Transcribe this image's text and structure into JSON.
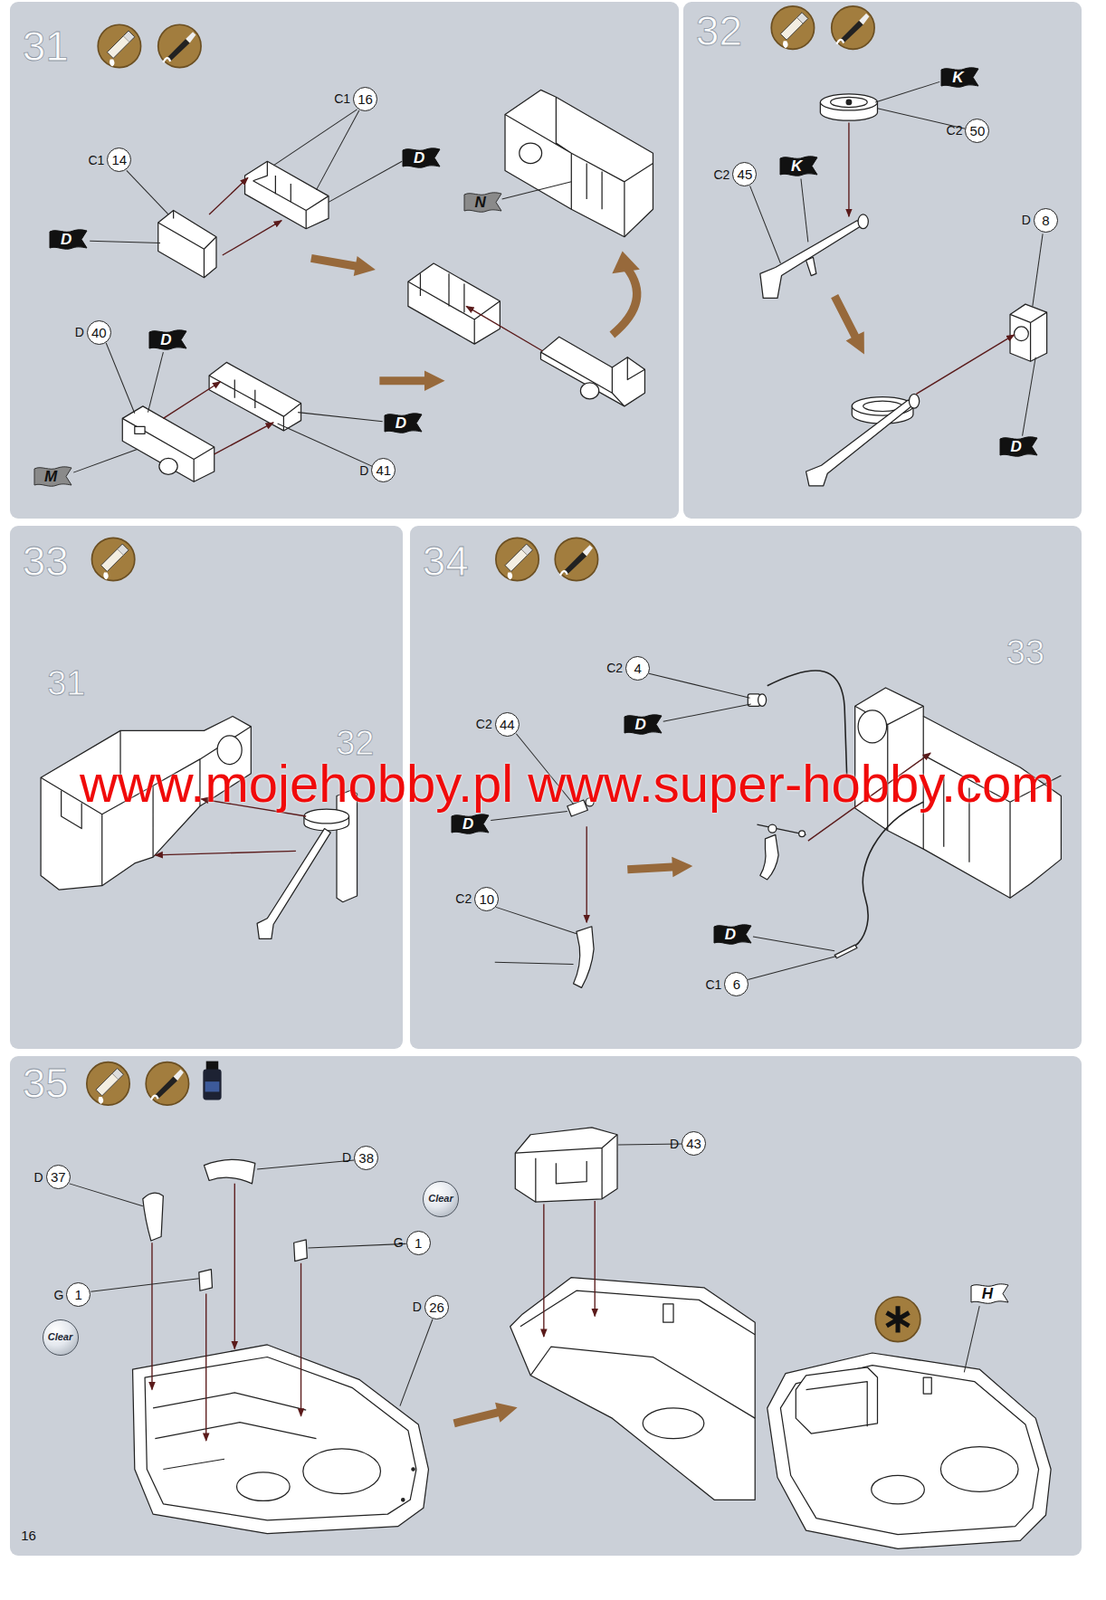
{
  "diagram": {
    "nodes": [
      {
        "text": [
          "31"
        ]
      },
      {
        "text": [
          "C1",
          "16"
        ],
        "in": 0
      },
      {
        "text": [
          "C1",
          "14"
        ],
        "in": 0
      },
      {
        "text": [
          "D"
        ],
        "in": 0
      },
      {
        "text": [
          "D"
        ],
        "in": 0
      },
      {
        "text": [
          "N"
        ],
        "in": 0
      },
      {
        "text": [
          "D",
          "40"
        ],
        "in": 0
      },
      {
        "text": [
          "D"
        ],
        "in": 0
      },
      {
        "text": [
          "D"
        ],
        "in": 0
      },
      {
        "text": [
          "D",
          "41"
        ],
        "in": 0
      },
      {
        "text": [
          "M"
        ],
        "in": 0
      },
      {
        "text": [
          "32"
        ]
      },
      {
        "text": [
          "K"
        ],
        "in": 11
      },
      {
        "text": [
          "C2",
          "50"
        ],
        "in": 11
      },
      {
        "text": [
          "C2",
          "45"
        ],
        "in": 11
      },
      {
        "text": [
          "K"
        ],
        "in": 11
      },
      {
        "text": [
          "D",
          "8"
        ],
        "in": 11
      },
      {
        "text": [
          "D"
        ],
        "in": 11
      },
      {
        "text": [
          "33"
        ]
      },
      {
        "text": [
          "34"
        ]
      },
      {
        "text": [
          "C2",
          "4"
        ],
        "in": 19
      },
      {
        "text": [
          "C2",
          "44"
        ],
        "in": 19
      },
      {
        "text": [
          "D"
        ],
        "in": 19
      },
      {
        "text": [
          "D"
        ],
        "in": 19
      },
      {
        "text": [
          "C2",
          "10"
        ],
        "in": 19
      },
      {
        "text": [
          "D"
        ],
        "in": 19
      },
      {
        "text": [
          "C1",
          "6"
        ],
        "in": 19
      },
      {
        "text": [
          "35"
        ]
      },
      {
        "text": [
          "D",
          "37"
        ],
        "in": 27
      },
      {
        "text": [
          "D",
          "38"
        ],
        "in": 27
      },
      {
        "text": [
          "Clear"
        ],
        "in": 27
      },
      {
        "text": [
          "G",
          "1"
        ],
        "in": 27
      },
      {
        "text": [
          "D",
          "43"
        ],
        "in": 27
      },
      {
        "text": [
          "G",
          "1"
        ],
        "in": 27
      },
      {
        "text": [
          "D",
          "26"
        ],
        "in": 27
      },
      {
        "text": [
          "Clear"
        ],
        "in": 27
      },
      {
        "text": [
          "H"
        ],
        "in": 27
      }
    ],
    "labels": [
      "31",
      "32",
      "33",
      "www.mojehobby.pl www.super-hobby.com",
      "16"
    ]
  }
}
